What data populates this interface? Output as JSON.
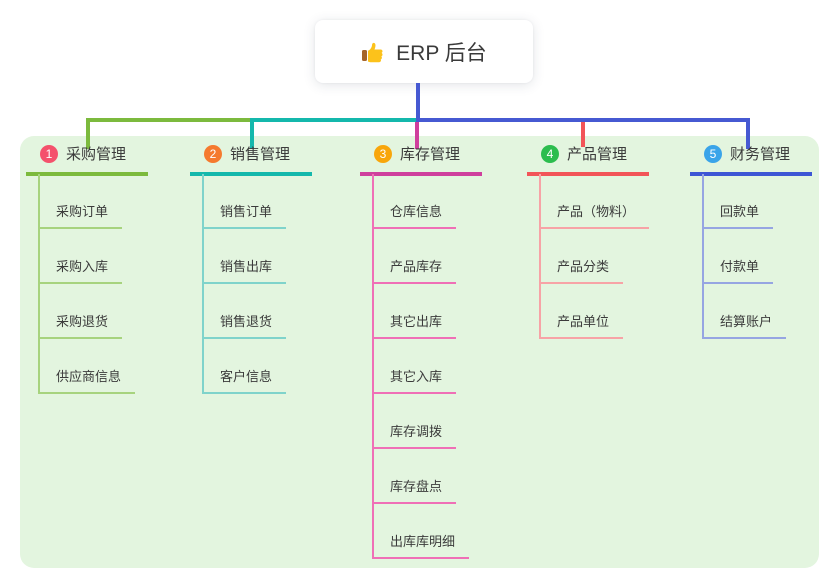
{
  "root": {
    "label": "ERP 后台",
    "icon": "thumbs-up-icon"
  },
  "colors": {
    "panel_background": "#e3f5df",
    "root_connector": "#4659d2",
    "branch_lines": [
      "#7cba3d",
      "#14b8ac",
      "#cf3f9d",
      "#f25458",
      "#3d56d5"
    ],
    "branch_sub_lines": [
      "#a7d37e",
      "#7fd3cb",
      "#ef6fb6",
      "#f7a3a6",
      "#96a5e2"
    ],
    "badge_colors": [
      "#f4516c",
      "#f57a2e",
      "#f8a60b",
      "#2cbd4e",
      "#3aa4e9"
    ],
    "text": "#3b3b3b"
  },
  "branches": [
    {
      "num": "1",
      "title": "采购管理",
      "items": [
        "采购订单",
        "采购入库",
        "采购退货",
        "供应商信息"
      ]
    },
    {
      "num": "2",
      "title": "销售管理",
      "items": [
        "销售订单",
        "销售出库",
        "销售退货",
        "客户信息"
      ]
    },
    {
      "num": "3",
      "title": "库存管理",
      "items": [
        "仓库信息",
        "产品库存",
        "其它出库",
        "其它入库",
        "库存调拨",
        "库存盘点",
        "出库库明细"
      ]
    },
    {
      "num": "4",
      "title": "产品管理",
      "items": [
        "产品（物料）",
        "产品分类",
        "产品单位"
      ]
    },
    {
      "num": "5",
      "title": "财务管理",
      "items": [
        "回款单",
        "付款单",
        "结算账户"
      ]
    }
  ]
}
